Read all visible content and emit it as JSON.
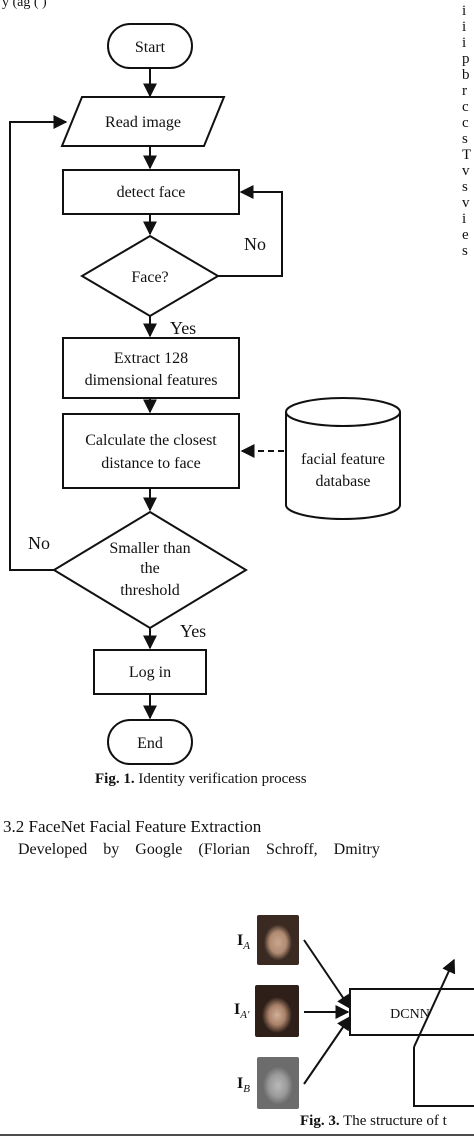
{
  "top_fragment": "y (ag    (  )",
  "flowchart": {
    "start": "Start",
    "read_image": "Read image",
    "detect_face": "detect face",
    "face_q": "Face?",
    "no_label": "No",
    "yes_label": "Yes",
    "extract_1": "Extract 128",
    "extract_2": "dimensional features",
    "calc_1": "Calculate the closest",
    "calc_2": "distance to face",
    "db_1": "facial feature",
    "db_2": "database",
    "smaller_1": "Smaller than",
    "smaller_2": "the",
    "smaller_3": "threshold",
    "no_label_2": "No",
    "yes_label_2": "Yes",
    "login": "Log in",
    "end": "End"
  },
  "fig1_caption": {
    "label": "Fig. 1.",
    "text": " Identity verification process"
  },
  "section": {
    "heading": "3.2 FaceNet Facial Feature Extraction",
    "body": "Developed    by    Google    (Florian    Schroff,    Dmitry"
  },
  "right_column_letters": [
    "i",
    "i",
    "i",
    "p",
    "b",
    "r",
    "c",
    "c",
    "s",
    "T",
    "v",
    "s",
    "v",
    "i",
    "e",
    "s"
  ],
  "fig3": {
    "label_a": "I",
    "sub_a": "A",
    "label_a2": "I",
    "sub_a2": "A′",
    "label_b": "I",
    "sub_b": "B",
    "dcnn": "DCNN",
    "caption_label": "Fig. 3.",
    "caption_text": " The structure of t"
  }
}
